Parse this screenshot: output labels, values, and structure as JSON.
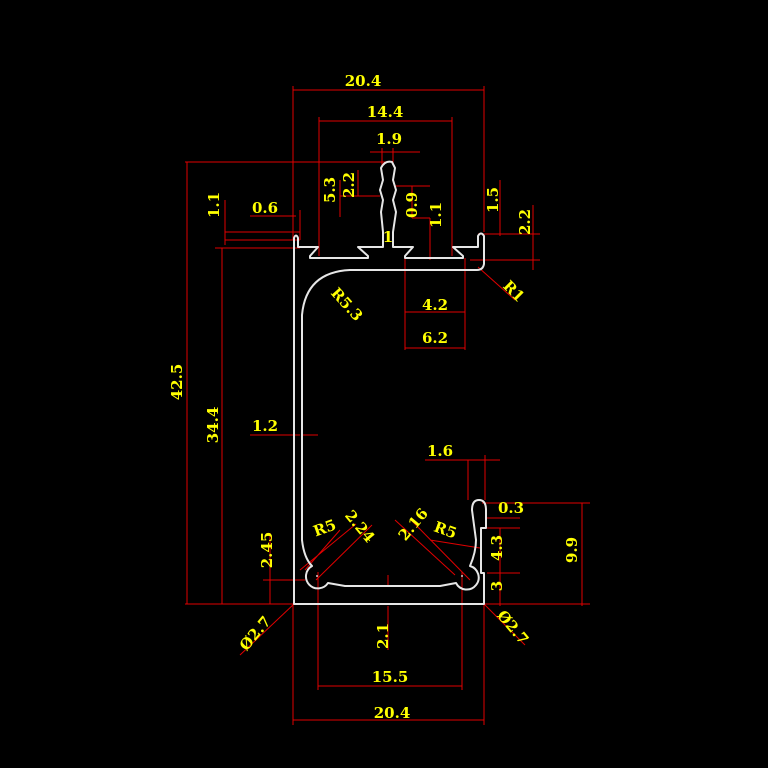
{
  "drawing": {
    "colors": {
      "background": "#000000",
      "dimension": "#e00000",
      "text": "#ffff00",
      "profile": "#e6e6e6"
    },
    "dims": {
      "overall_width_top": "20.4",
      "inner_width_top": "14.4",
      "stem_width": "1.9",
      "stem_height": "5.3",
      "stem_barb": "2.2",
      "stem_neck": "0.9",
      "left_lip_height": "1.1",
      "left_lip_width": "0.6",
      "stem_thickness": "1",
      "flange_thickness": "1.1",
      "right_lip_height": "1.5",
      "right_top_height": "2.2",
      "corner_radius_r1": "R1",
      "inner_radius": "R5.3",
      "slot_inner": "4.2",
      "slot_outer": "6.2",
      "overall_height": "42.5",
      "body_height": "34.4",
      "wall_thickness": "1.2",
      "right_wall_width": "1.6",
      "right_tip": "0.3",
      "right_height": "9.9",
      "notch_height": "4.3",
      "notch_bottom": "3",
      "left_bottom_height": "2.45",
      "radius_left": "R5",
      "left_offset": "2.24",
      "right_offset": "2.16",
      "radius_right": "R5",
      "hole_left": "Ø2.7",
      "hole_right": "Ø2.7",
      "base_thickness": "2.1",
      "hole_spacing": "15.5",
      "overall_width_bottom": "20.4"
    }
  }
}
